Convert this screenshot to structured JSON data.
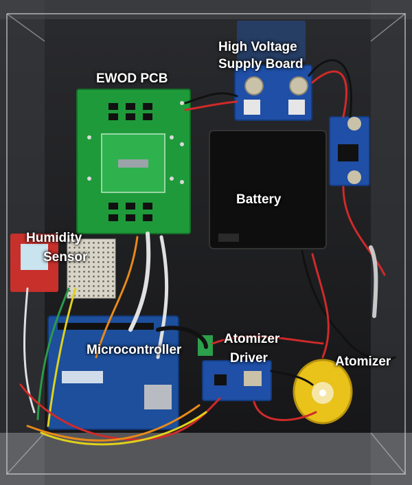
{
  "labels": {
    "ewod_pcb": "EWOD PCB",
    "hv_line1": "High Voltage",
    "hv_line2": "Supply Board",
    "battery": "Battery",
    "humidity_line1": "Humidity",
    "humidity_line2": "Sensor",
    "microcontroller": "Microcontroller",
    "atomizer_driver_line1": "Atomizer",
    "atomizer_driver_line2": "Driver",
    "atomizer": "Atomizer"
  },
  "colors": {
    "background": "#1a1a1c",
    "pcb_green": "#1f9a3a",
    "label_text": "#ffffff",
    "board_blue": "#1f4fa6",
    "battery_black": "#0e0e0f",
    "atomizer_yellow": "#e9c21a",
    "sensor_red": "#c8302b"
  }
}
